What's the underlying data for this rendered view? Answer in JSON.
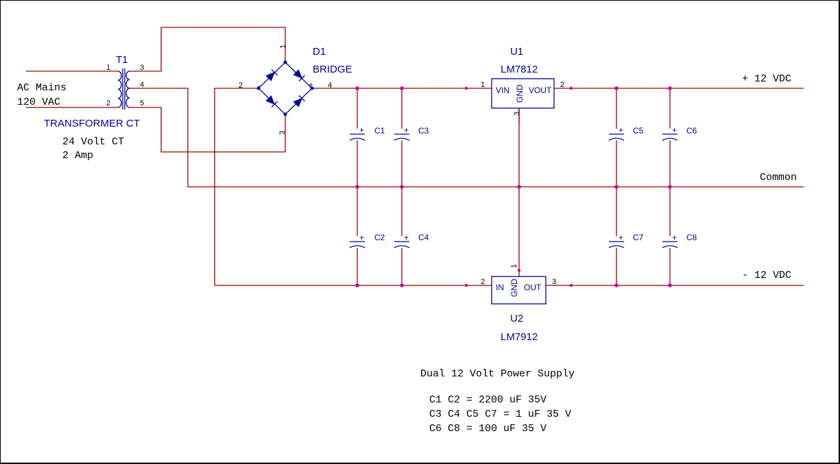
{
  "title": "Dual 12 Volt Power Supply",
  "notes": [
    "C1 C2 = 2200 uF 35V",
    "C3 C4 C5 C7 = 1 uF 35 V",
    "C6 C8 = 100 uF 35 V"
  ],
  "input": {
    "line1": "AC Mains",
    "line2": "120 VAC"
  },
  "outputs": {
    "pos": "+ 12 VDC",
    "common": "Common",
    "neg": "- 12 VDC"
  },
  "t1": {
    "ref": "T1",
    "value": "TRANSFORMER CT",
    "spec1": "24 Volt CT",
    "spec2": "2 Amp",
    "pins": [
      "1",
      "2",
      "3",
      "4",
      "5"
    ]
  },
  "d1": {
    "ref": "D1",
    "value": "BRIDGE",
    "pins": [
      "1",
      "2",
      "3",
      "4"
    ],
    "plus": "+",
    "minus": "-"
  },
  "u1": {
    "ref": "U1",
    "value": "LM7812",
    "vin": "VIN",
    "gnd": "GND",
    "vout": "VOUT",
    "pins": [
      "1",
      "2",
      "3"
    ]
  },
  "u2": {
    "ref": "U2",
    "value": "LM7912",
    "in": "IN",
    "gnd": "GND",
    "out": "OUT",
    "pins": [
      "1",
      "2",
      "3"
    ]
  },
  "caps": {
    "c1": "C1",
    "c2": "C2",
    "c3": "C3",
    "c4": "C4",
    "c5": "C5",
    "c6": "C6",
    "c7": "C7",
    "c8": "C8",
    "plus": "+"
  }
}
